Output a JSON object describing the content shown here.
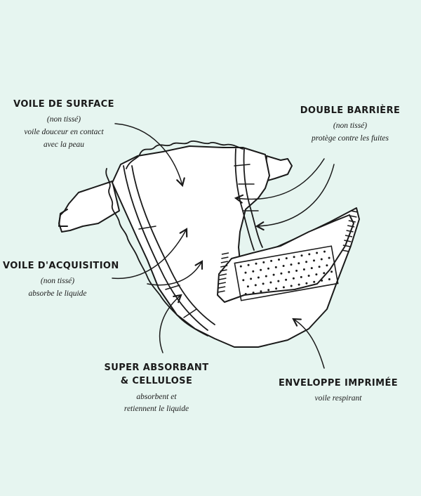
{
  "labels": {
    "voile_surface": {
      "title": "VOILE DE SURFACE",
      "lines": [
        "(non tissé)",
        "voile douceur en contact",
        "avec la peau"
      ]
    },
    "double_barriere": {
      "title": "DOUBLE BARRIÈRE",
      "lines": [
        "(non tissé)",
        "protège contre les fuites"
      ]
    },
    "voile_acquisition": {
      "title": "VOILE D'ACQUISITION",
      "lines": [
        "(non tissé)",
        "absorbe le liquide"
      ]
    },
    "super_absorbant": {
      "title_1": "SUPER ABSORBANT",
      "title_2": "& CELLULOSE",
      "lines": [
        "absorbent et",
        "retiennent le liquide"
      ]
    },
    "enveloppe": {
      "title": "ENVELOPPE IMPRIMÉE",
      "lines": [
        "voile respirant"
      ]
    }
  },
  "colors": {
    "background": "#e6f5f0",
    "line": "#1a1a1a",
    "diaper_fill": "#ffffff"
  }
}
